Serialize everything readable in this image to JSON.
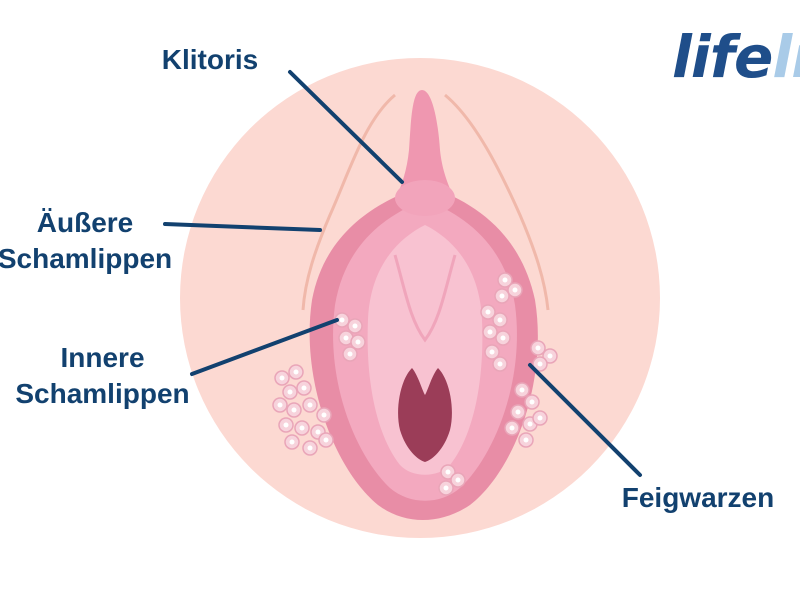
{
  "labels": {
    "klitoris": "Klitoris",
    "aeussere_line1": "Äußere",
    "aeussere_line2": "Schamlippen",
    "innere_line1": "Innere",
    "innere_line2": "Schamlippen",
    "feigwarzen": "Feigwarzen"
  },
  "logo": {
    "part1": "life",
    "part2": "li"
  },
  "colors": {
    "label_text": "#12416f",
    "leader_line": "#12416f",
    "background_circle": "#fcd9d2",
    "outer_labia": "#e88da6",
    "inner_labia": "#f3a9bf",
    "vestibule": "#f8c2d1",
    "opening": "#9b3d58",
    "warts": "#f7d3dc",
    "logo_dark": "#1f4e8a",
    "logo_light": "#a9cbe8"
  }
}
